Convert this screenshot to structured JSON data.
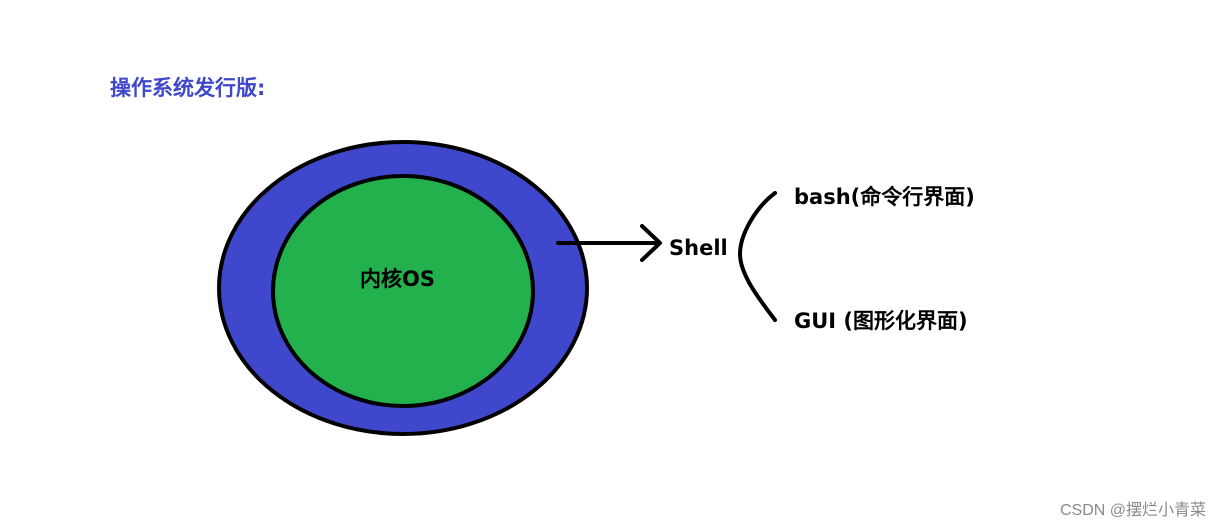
{
  "title": "操作系统发行版:",
  "nodes": {
    "kernel": "内核OS",
    "shell": "Shell",
    "bash": "bash(命令行界面)",
    "gui": "GUI (图形化界面)"
  },
  "watermark": "CSDN @摆烂小青菜",
  "colors": {
    "title": "#3f48cc",
    "outer_ring": "#3f48cc",
    "inner_core": "#22b14c",
    "stroke": "#000000"
  }
}
